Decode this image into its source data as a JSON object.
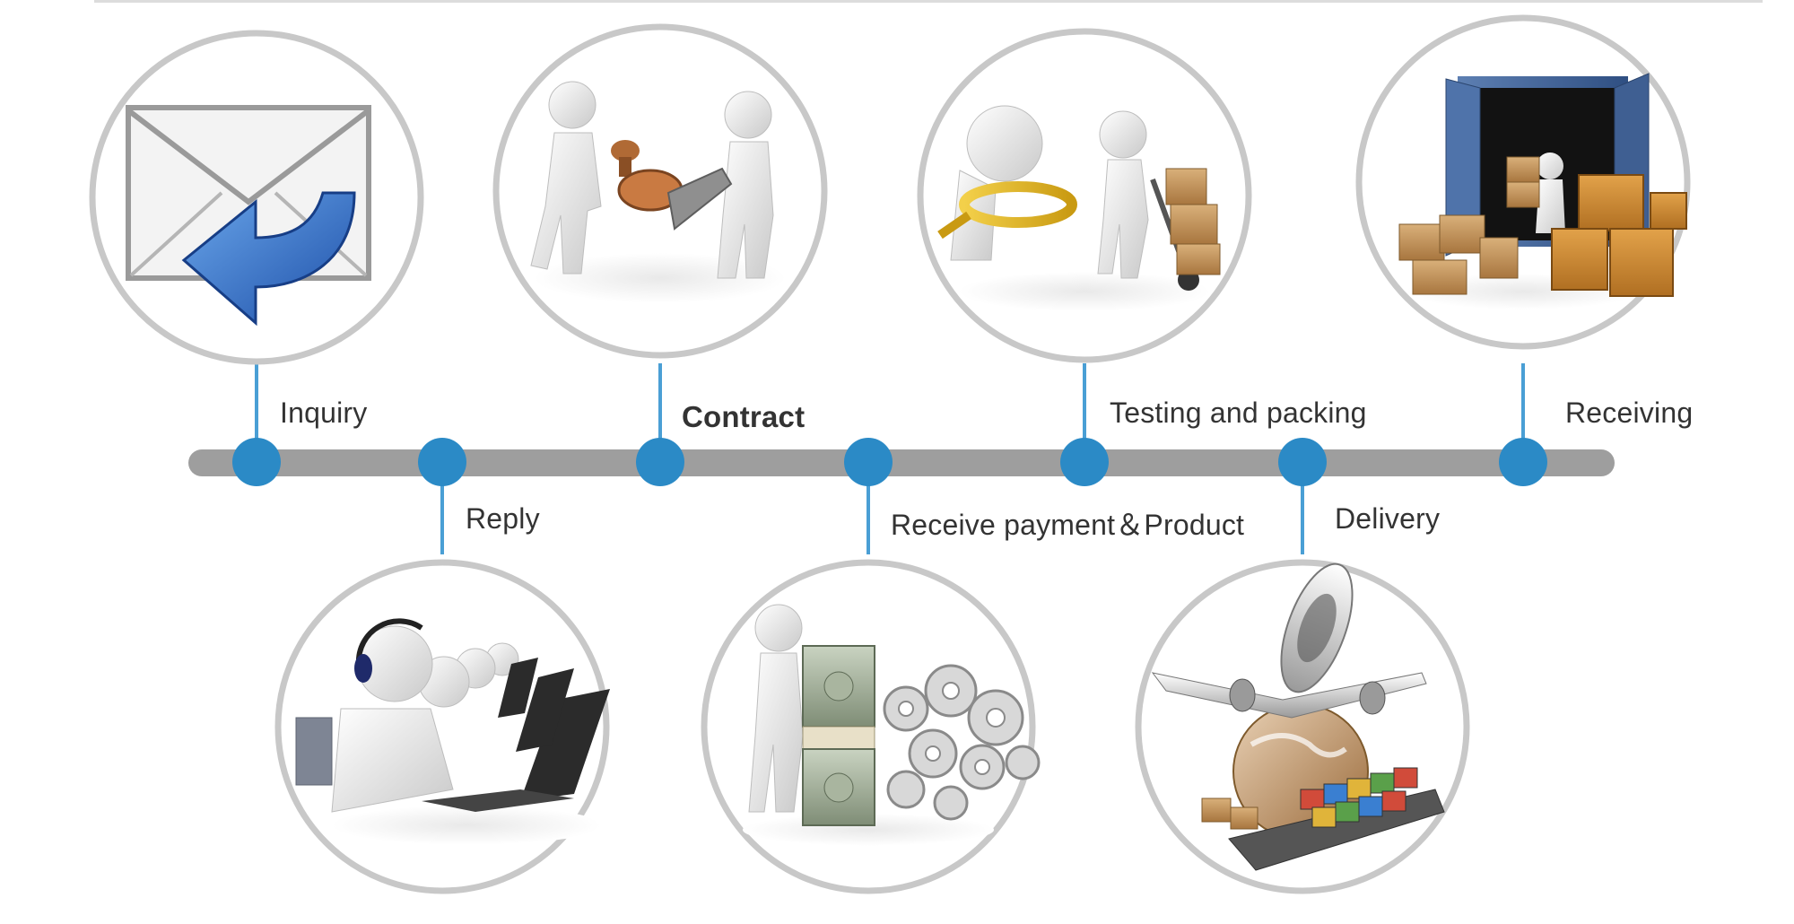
{
  "colors": {
    "timeline_bar": "#9e9e9e",
    "node_fill": "#2b8ac6",
    "connector": "#4a9fd5",
    "circle_border": "#c8c8c8",
    "label_text": "#333333"
  },
  "steps": [
    {
      "order": 1,
      "label": "Inquiry",
      "side": "top",
      "icon": "envelope-reply-icon"
    },
    {
      "order": 2,
      "label": "Reply",
      "side": "bottom",
      "icon": "call-center-agents-icon"
    },
    {
      "order": 3,
      "label": "Contract",
      "side": "top",
      "icon": "stamp-contract-icon"
    },
    {
      "order": 4,
      "label": "Receive payment＆Product",
      "side": "bottom",
      "icon": "money-and-gears-icon"
    },
    {
      "order": 5,
      "label": "Testing and packing",
      "side": "top",
      "icon": "magnifier-hand-truck-icon"
    },
    {
      "order": 6,
      "label": "Delivery",
      "side": "bottom",
      "icon": "plane-globe-ship-icon"
    },
    {
      "order": 7,
      "label": "Receiving",
      "side": "top",
      "icon": "container-boxes-icon"
    }
  ]
}
